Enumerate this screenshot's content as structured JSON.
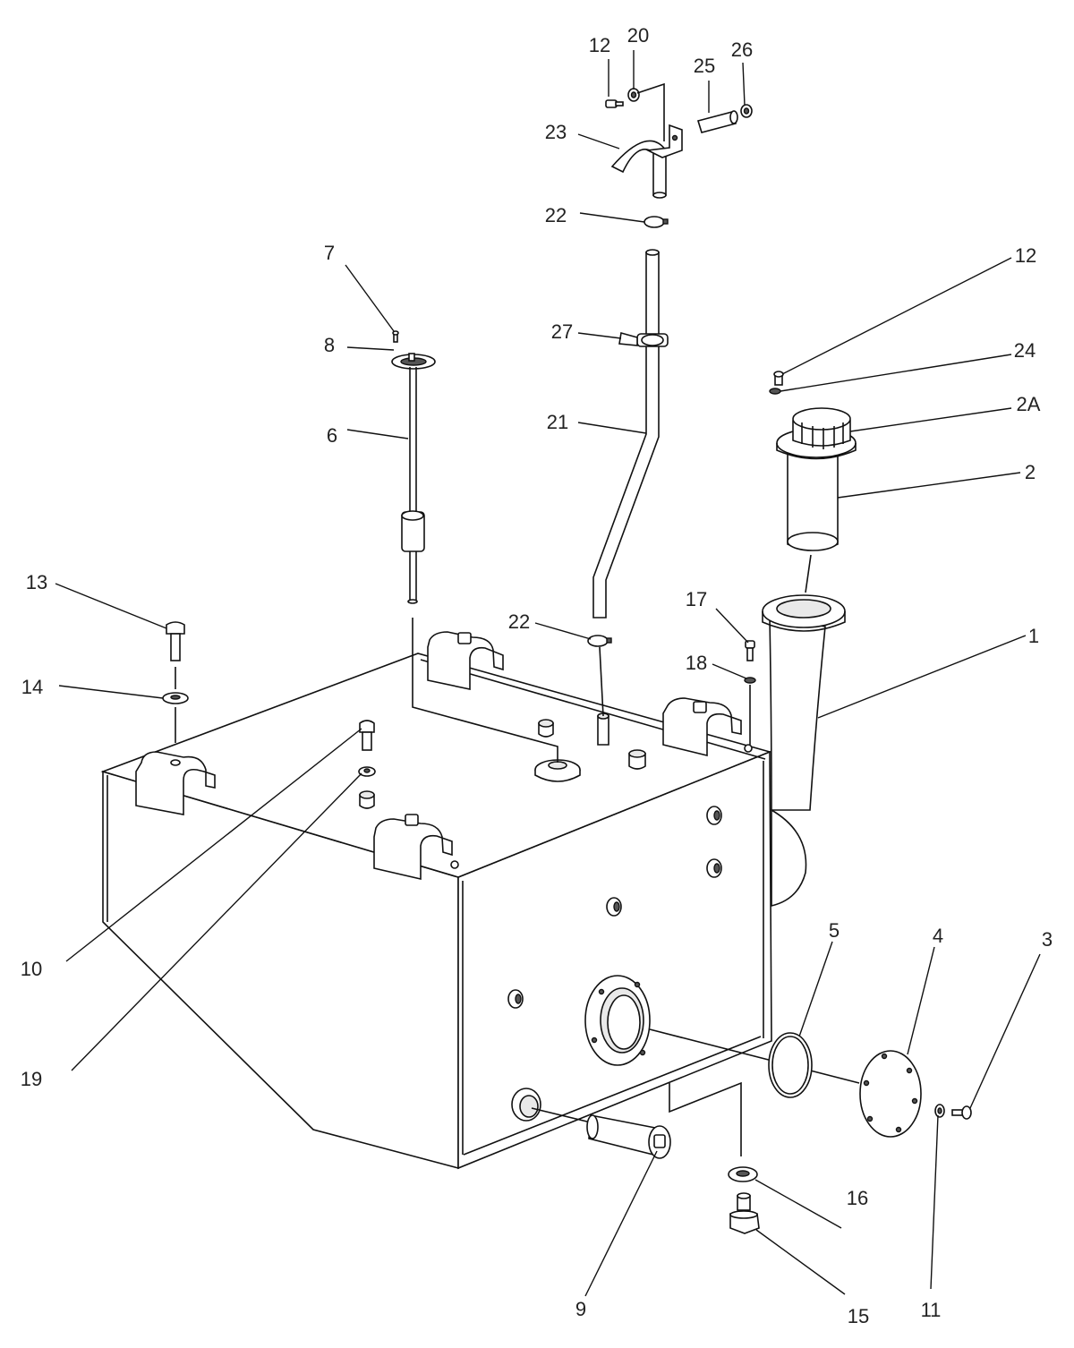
{
  "callouts": [
    {
      "id": "c12a",
      "text": "12"
    },
    {
      "id": "c20",
      "text": "20"
    },
    {
      "id": "c25",
      "text": "25"
    },
    {
      "id": "c26",
      "text": "26"
    },
    {
      "id": "c23",
      "text": "23"
    },
    {
      "id": "c22a",
      "text": "22"
    },
    {
      "id": "c12b",
      "text": "12"
    },
    {
      "id": "c7",
      "text": "7"
    },
    {
      "id": "c8",
      "text": "8"
    },
    {
      "id": "c27",
      "text": "27"
    },
    {
      "id": "c24",
      "text": "24"
    },
    {
      "id": "c2A",
      "text": "2A"
    },
    {
      "id": "c6",
      "text": "6"
    },
    {
      "id": "c21",
      "text": "21"
    },
    {
      "id": "c2",
      "text": "2"
    },
    {
      "id": "c13",
      "text": "13"
    },
    {
      "id": "c17",
      "text": "17"
    },
    {
      "id": "c22b",
      "text": "22"
    },
    {
      "id": "c1",
      "text": "1"
    },
    {
      "id": "c18",
      "text": "18"
    },
    {
      "id": "c14",
      "text": "14"
    },
    {
      "id": "c5",
      "text": "5"
    },
    {
      "id": "c4",
      "text": "4"
    },
    {
      "id": "c3",
      "text": "3"
    },
    {
      "id": "c10",
      "text": "10"
    },
    {
      "id": "c19",
      "text": "19"
    },
    {
      "id": "c16",
      "text": "16"
    },
    {
      "id": "c9",
      "text": "9"
    },
    {
      "id": "c15",
      "text": "15"
    },
    {
      "id": "c11",
      "text": "11"
    }
  ]
}
